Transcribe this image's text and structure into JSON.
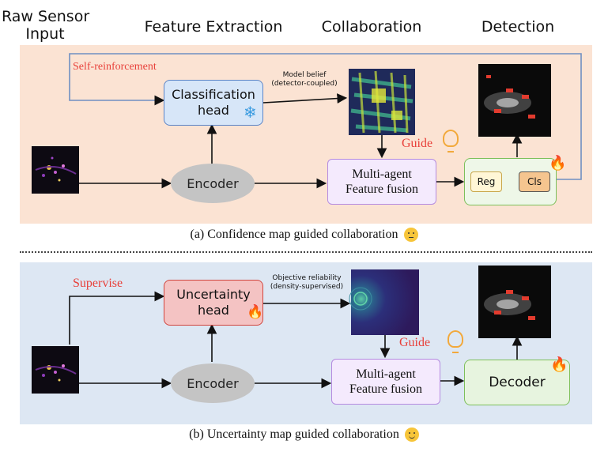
{
  "headers": {
    "raw_sensor": "Raw Sensor\nInput",
    "feature_extraction": "Feature Extraction",
    "collaboration": "Collaboration",
    "detection": "Detection"
  },
  "top": {
    "self_reinforcement": "Self-reinforcement",
    "classification_head": "Classification\nhead",
    "model_belief": "Model belief\n(detector-coupled)",
    "guide": "Guide",
    "encoder": "Encoder",
    "fusion": "Multi-agent\nFeature fusion",
    "reg": "Reg",
    "cls": "Cls",
    "caption": "(a) Confidence map guided collaboration"
  },
  "bottom": {
    "supervise": "Supervise",
    "uncertainty_head": "Uncertainty\nhead",
    "objective_reliability": "Objective reliability\n(density-supervised)",
    "guide": "Guide",
    "encoder": "Encoder",
    "fusion": "Multi-agent\nFeature fusion",
    "decoder": "Decoder",
    "caption": "(b) Uncertainty map guided collaboration"
  },
  "colors": {
    "top_bg": "#fbe3d3",
    "bottom_bg": "#dde7f3",
    "red_text": "#e8403a",
    "fusion_border": "#b58be0",
    "green_border": "#7dbf5a"
  }
}
